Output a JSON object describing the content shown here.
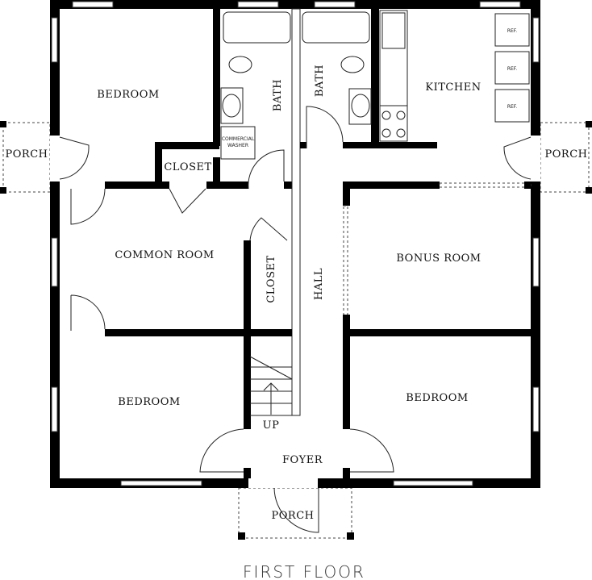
{
  "title": "FIRST FLOOR",
  "rooms": {
    "bedroom_nw": "BEDROOM",
    "bath_1": "BATH",
    "bath_2": "BATH",
    "kitchen": "KITCHEN",
    "porch_west": "PORCH",
    "porch_east": "PORCH",
    "closet_1": "CLOSET",
    "common_room": "COMMON ROOM",
    "closet_2": "CLOSET",
    "hall": "HALL",
    "bonus_room": "BONUS ROOM",
    "bedroom_sw": "BEDROOM",
    "bedroom_se": "BEDROOM",
    "foyer": "FOYER",
    "porch_south": "PORCH"
  },
  "fixtures": {
    "washer_line1": "COMMERCIAL",
    "washer_line2": "WASHER",
    "ref": [
      "REF.",
      "REF.",
      "REF."
    ],
    "stairs_up": "UP"
  }
}
